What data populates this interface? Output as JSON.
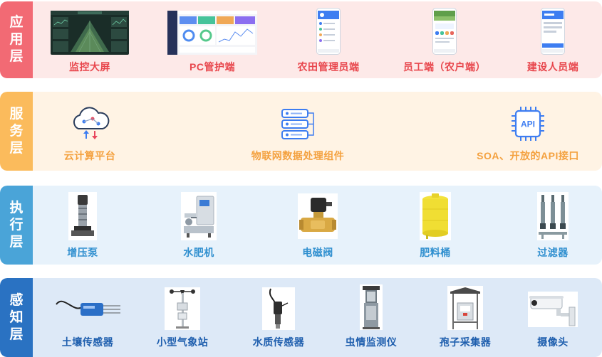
{
  "layers": [
    {
      "key": "application",
      "title": "应用层",
      "tab_color": "#f26a74",
      "bg_color": "#fde9e8",
      "label_color": "#e8464c",
      "items": [
        "监控大屏",
        "PC管护端",
        "农田管理员端",
        "员工端（农户端）",
        "建设人员端"
      ]
    },
    {
      "key": "service",
      "title": "服务层",
      "tab_color": "#fbbb5c",
      "bg_color": "#fff3e4",
      "label_color": "#f4a13f",
      "items": [
        "云计算平台",
        "物联网数据处理组件",
        "SOA、开放的API接口"
      ],
      "api_text": "API"
    },
    {
      "key": "execution",
      "title": "执行层",
      "tab_color": "#4aa4d8",
      "bg_color": "#e7f2fb",
      "label_color": "#2f8fcf",
      "items": [
        "增压泵",
        "水肥机",
        "电磁阀",
        "肥料桶",
        "过滤器"
      ]
    },
    {
      "key": "perception",
      "title": "感知层",
      "tab_color": "#2a72c2",
      "bg_color": "#dde9f7",
      "label_color": "#1f5fae",
      "items": [
        "土壤传感器",
        "小型气象站",
        "水质传感器",
        "虫情监测仪",
        "孢子采集器",
        "摄像头"
      ]
    }
  ]
}
